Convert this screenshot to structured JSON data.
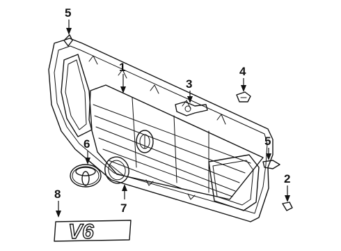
{
  "callouts": [
    {
      "id": "1",
      "label": "1"
    },
    {
      "id": "2",
      "label": "2"
    },
    {
      "id": "3",
      "label": "3"
    },
    {
      "id": "4",
      "label": "4"
    },
    {
      "id": "5a",
      "label": "5"
    },
    {
      "id": "5b",
      "label": "5"
    },
    {
      "id": "6",
      "label": "6"
    },
    {
      "id": "7",
      "label": "7"
    },
    {
      "id": "8",
      "label": "8"
    }
  ],
  "badge": {
    "text": "V6"
  },
  "colors": {
    "line": "#111111",
    "background": "#ffffff"
  }
}
